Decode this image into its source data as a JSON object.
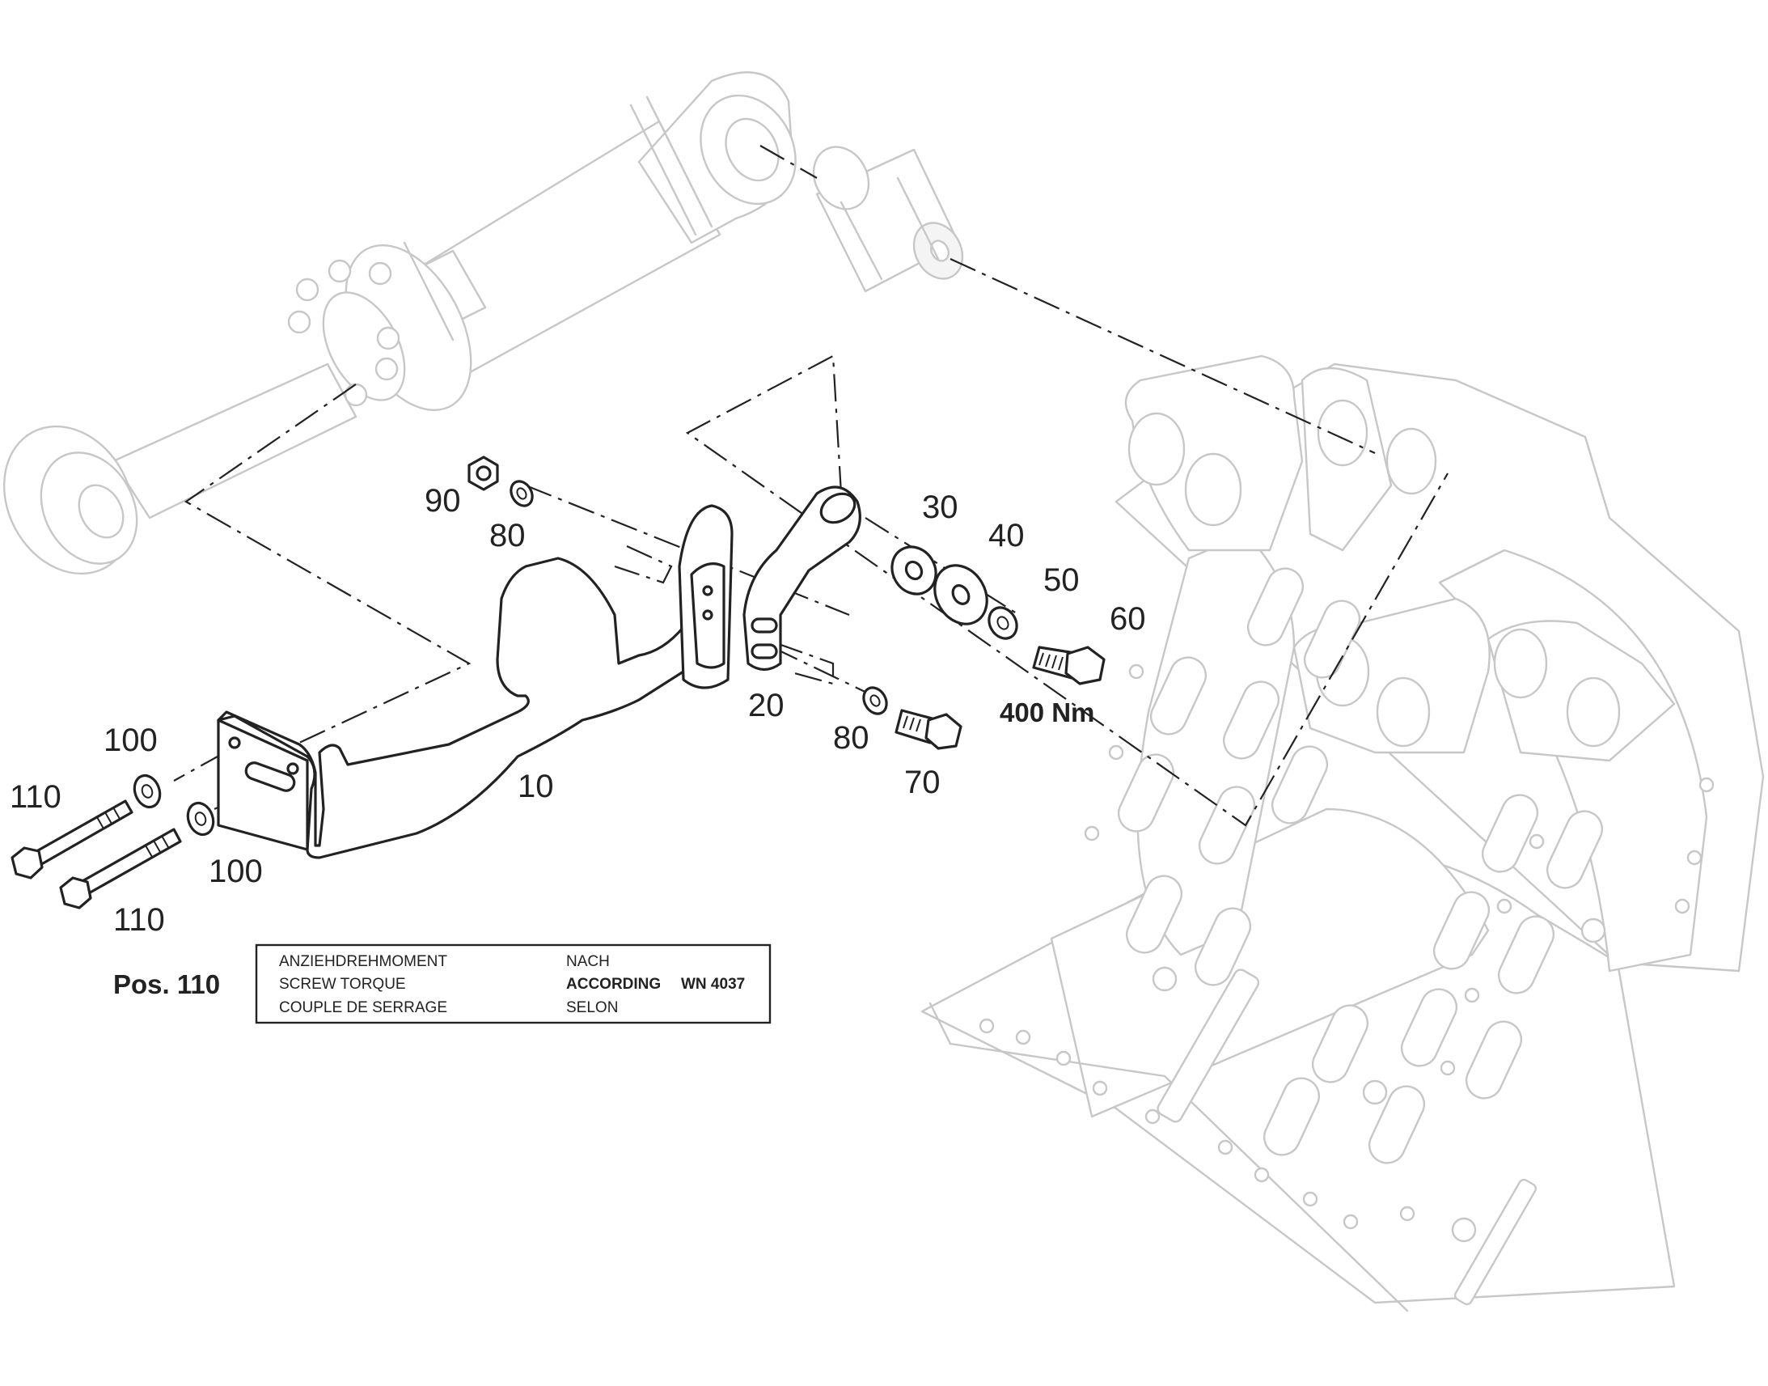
{
  "callouts": [
    {
      "id": "10",
      "text": "10"
    },
    {
      "id": "20",
      "text": "20"
    },
    {
      "id": "30",
      "text": "30"
    },
    {
      "id": "40",
      "text": "40"
    },
    {
      "id": "50",
      "text": "50"
    },
    {
      "id": "60",
      "text": "60"
    },
    {
      "id": "70",
      "text": "70"
    },
    {
      "id": "80a",
      "text": "80"
    },
    {
      "id": "80b",
      "text": "80"
    },
    {
      "id": "90",
      "text": "90"
    },
    {
      "id": "100a",
      "text": "100"
    },
    {
      "id": "100b",
      "text": "100"
    },
    {
      "id": "110a",
      "text": "110"
    },
    {
      "id": "110b",
      "text": "110"
    }
  ],
  "torque_value": "400 Nm",
  "pos_note": {
    "title": "Pos. 110",
    "table": {
      "rows": [
        {
          "left": "ANZIEHDREHMOMENT",
          "right": "NACH"
        },
        {
          "left": "SCREW TORQUE",
          "right": "ACCORDING",
          "right_extra": "WN 4037"
        },
        {
          "left": "COUPLE DE SERRAGE",
          "right": "SELON"
        }
      ]
    }
  },
  "colors": {
    "line": "#222222",
    "ghost_line": "#c7c7c7",
    "background": "#ffffff"
  }
}
